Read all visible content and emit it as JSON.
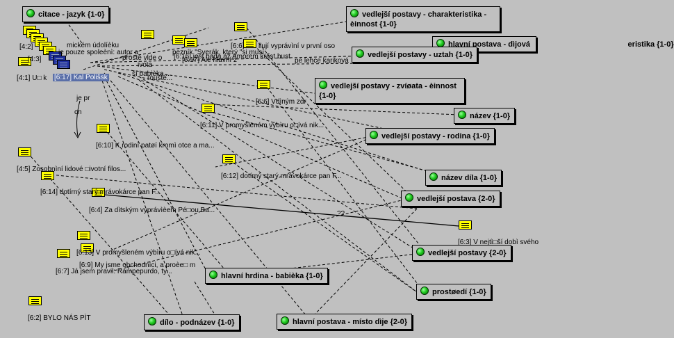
{
  "nodes": [
    {
      "id": "citace",
      "label": "citace - jazyk {1-0}"
    },
    {
      "id": "vp_char",
      "label": "vedlejší postavy - charakteristika - èinnost {1-0}"
    },
    {
      "id": "hp_dij",
      "label": "hlavní postava  - dìjová                                              eristika {1-0}"
    },
    {
      "id": "vp_vztah",
      "label": "vedlejší postavy - uztah {1-0}"
    },
    {
      "id": "vp_zvirata",
      "label": "vedlejší postavy - zvíøata - èinnost {1-0}"
    },
    {
      "id": "nazev",
      "label": "název {1-0}"
    },
    {
      "id": "vp_rodina",
      "label": "vedlejší postavy - rodina {1-0}"
    },
    {
      "id": "nazev_dila",
      "label": "název díla {1-0}"
    },
    {
      "id": "vp20a",
      "label": "vedlejší postava {2-0}"
    },
    {
      "id": "vp20b",
      "label": "vedlejší postavy {2-0}"
    },
    {
      "id": "prostredi",
      "label": "prostøedí {1-0}"
    },
    {
      "id": "hrdina",
      "label": "hlavní hrdina - babièka {1-0}"
    },
    {
      "id": "dilo",
      "label": "dílo - podnázev {1-0}"
    },
    {
      "id": "misto",
      "label": "hlavní postava - místo dìje {2-0}"
    }
  ],
  "quotes": [
    {
      "id": "q_42",
      "text": "[4:2]"
    },
    {
      "id": "q_udolicku",
      "text": "mickém údolíèku"
    },
    {
      "id": "q_autor",
      "text": "ie pouze spoleènì: autor a"
    },
    {
      "id": "q_ezník",
      "text": "pezník \"Sverák, který \"si musí..."
    },
    {
      "id": "q_43",
      "text": "[4:3]"
    },
    {
      "id": "q_proste",
      "text": "prosté vlde o"
    },
    {
      "id": "q_ivota",
      "text": "ivota"
    },
    {
      "id": "q_babicka",
      "text": "ší babièka..."
    },
    {
      "id": "q_41",
      "text": "[4:1] U□ k"
    },
    {
      "id": "q_rouste",
      "text": "roušte..."
    },
    {
      "id": "q_617",
      "text": "[6:17] Ale hlavní z"
    },
    {
      "id": "q_617b",
      "text": "pe lehce kariková"
    },
    {
      "id": "q_6x",
      "text": "[6:6]"
    },
    {
      "id": "q_vypraveni",
      "text": "ilují vyprávìní v první oso"
    },
    {
      "id": "q_616",
      "text": "[6:16] ješt bada až Amorem krást bust"
    },
    {
      "id": "q_66",
      "text": "[6:6] Vdìným zdr"
    },
    {
      "id": "q_611",
      "text": "[6:11] V promyšleném výbìru o□ívá nik..."
    },
    {
      "id": "q_610",
      "text": "[6:10] K rodinì patøí kromì otce a ma..."
    },
    {
      "id": "q_45",
      "text": "[4:5] Zosobnìní lidové □ivotní filos..."
    },
    {
      "id": "q_612",
      "text": "[6:12] dotírný starý mrávokárce pan F..."
    },
    {
      "id": "q_614",
      "text": "[6:14] dotírný starý mrávokárce pan F..."
    },
    {
      "id": "q_64",
      "text": "[6:4] Za dìtským vyprávìèem Pé□ou Ba..."
    },
    {
      "id": "q_63",
      "text": "[6:3] V nejtì□ší dobì svého"
    },
    {
      "id": "q_613",
      "text": "[6:13] V promyšleném výbìru o□ívá nik..."
    },
    {
      "id": "q_69",
      "text": "[6:9] My jsme obchodníci, a proèe□ m"
    },
    {
      "id": "q_67",
      "text": "[6:7] Já jsem pravil: Rampepurdo, ty..."
    },
    {
      "id": "q_62",
      "text": "[6:2] BYLO NÁS PÌT"
    }
  ],
  "selected_label": "[6:17] Kal Polišsk",
  "misc": {
    "jepr": "je pr",
    "cn": "cn",
    "qq": "??"
  }
}
